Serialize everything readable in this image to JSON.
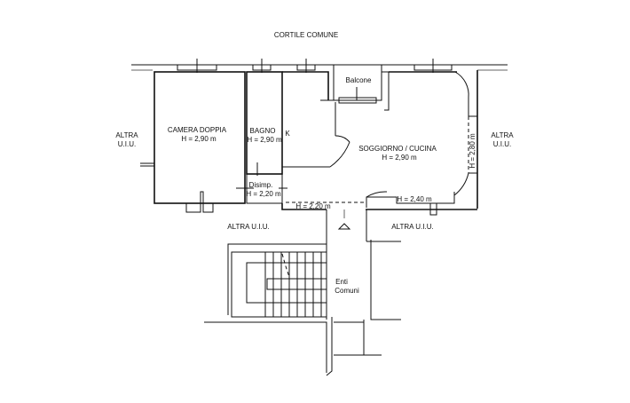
{
  "labels": {
    "courtyard": "CORTILE COMUNE",
    "other_unit_left_1": "ALTRA",
    "other_unit_left_2": "U.I.U.",
    "other_unit_right_1": "ALTRA",
    "other_unit_right_2": "U.I.U.",
    "other_unit_bottom_left": "ALTRA U.I.U.",
    "other_unit_bottom_right": "ALTRA U.I.U.",
    "bedroom": "CAMERA DOPPIA",
    "bedroom_height": "H = 2,90 m",
    "bathroom": "BAGNO",
    "bathroom_height": "H = 2,90 m",
    "kitchen_mark": "K",
    "balcony": "Balcone",
    "living": "SOGGIORNO / CUCINA",
    "living_height": "H = 2,90 m",
    "right_niche_height": "H = 2,80 m",
    "hall": "Disimp.",
    "hall_height": "H = 2,20 m",
    "lower_niche_height": "H = 2,40 m",
    "entry_height": "H = 2,20 m",
    "common_1": "Enti",
    "common_2": "Comuni"
  }
}
